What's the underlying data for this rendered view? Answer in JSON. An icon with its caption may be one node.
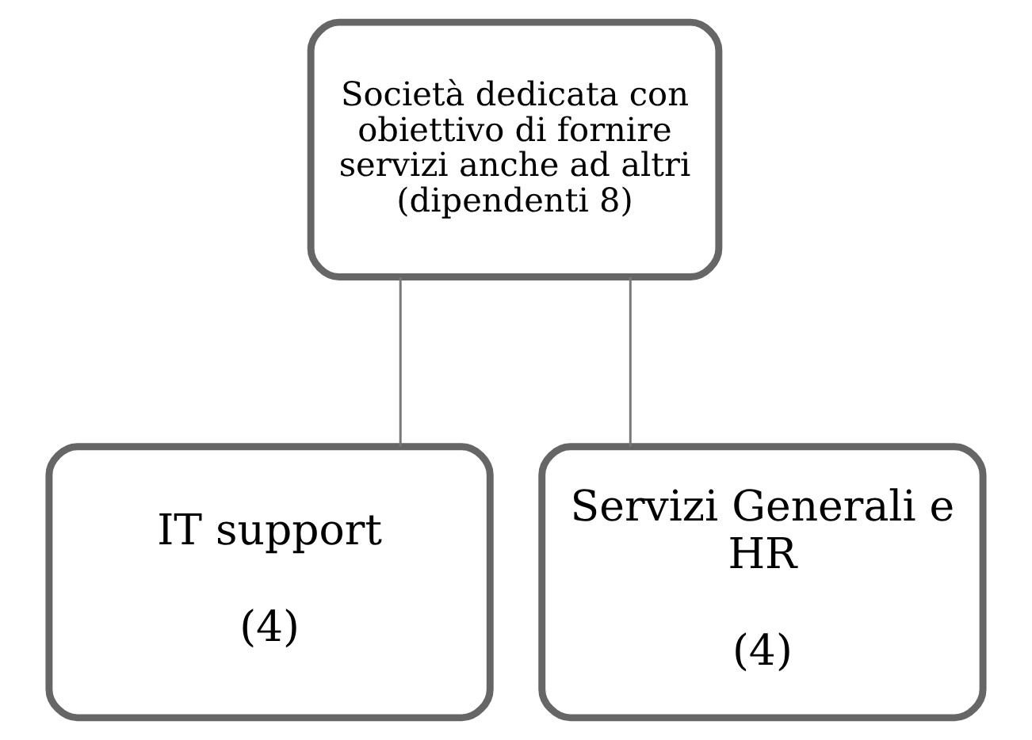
{
  "diagram": {
    "nodes": [
      {
        "text": [
          "Società dedicata con obiettivo di fornire servizi anche ad altri (dipendenti 8)"
        ]
      },
      {
        "text": [
          "IT support",
          "(4)"
        ]
      },
      {
        "text": [
          "Servizi Generali e HR",
          "(4)"
        ]
      }
    ],
    "edges": [
      {
        "from": 0,
        "to": 1,
        "arrow": "none"
      },
      {
        "from": 0,
        "to": 2,
        "arrow": "none"
      }
    ]
  }
}
